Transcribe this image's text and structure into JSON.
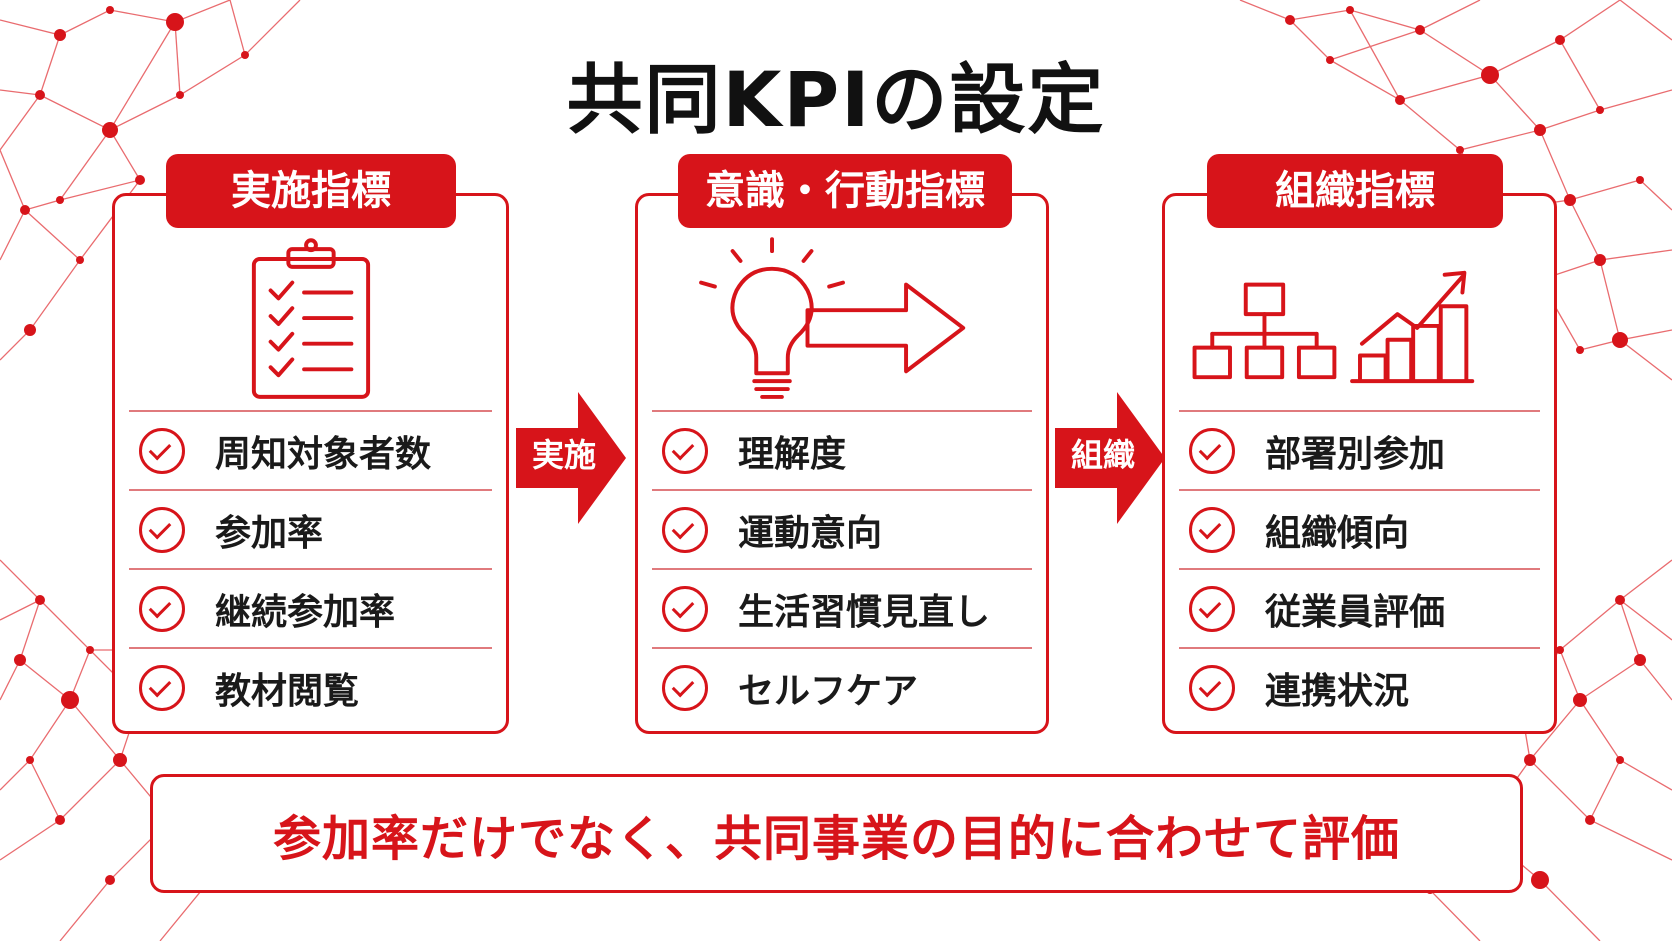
{
  "title": "共同KPIの設定",
  "colors": {
    "accent": "#d7141a",
    "divider": "#e07a7d",
    "text": "#1a1a1a"
  },
  "panels": [
    {
      "header": "実施指標",
      "icon": "clipboard-checklist-icon",
      "items": [
        "周知対象者数",
        "参加率",
        "継続参加率",
        "教材閲覧"
      ]
    },
    {
      "header": "意識・行動指標",
      "icon": "lightbulb-arrow-icon",
      "items": [
        "理解度",
        "運動意向",
        "生活習慣見直し",
        "セルフケア"
      ]
    },
    {
      "header": "組織指標",
      "icon": "org-chart-growth-chart-icon",
      "items": [
        "部署別参加",
        "組織傾向",
        "従業員評価",
        "連携状況"
      ]
    }
  ],
  "arrows": [
    "実施",
    "組織"
  ],
  "summary": "参加率だけでなく、共同事業の目的に合わせて評価"
}
